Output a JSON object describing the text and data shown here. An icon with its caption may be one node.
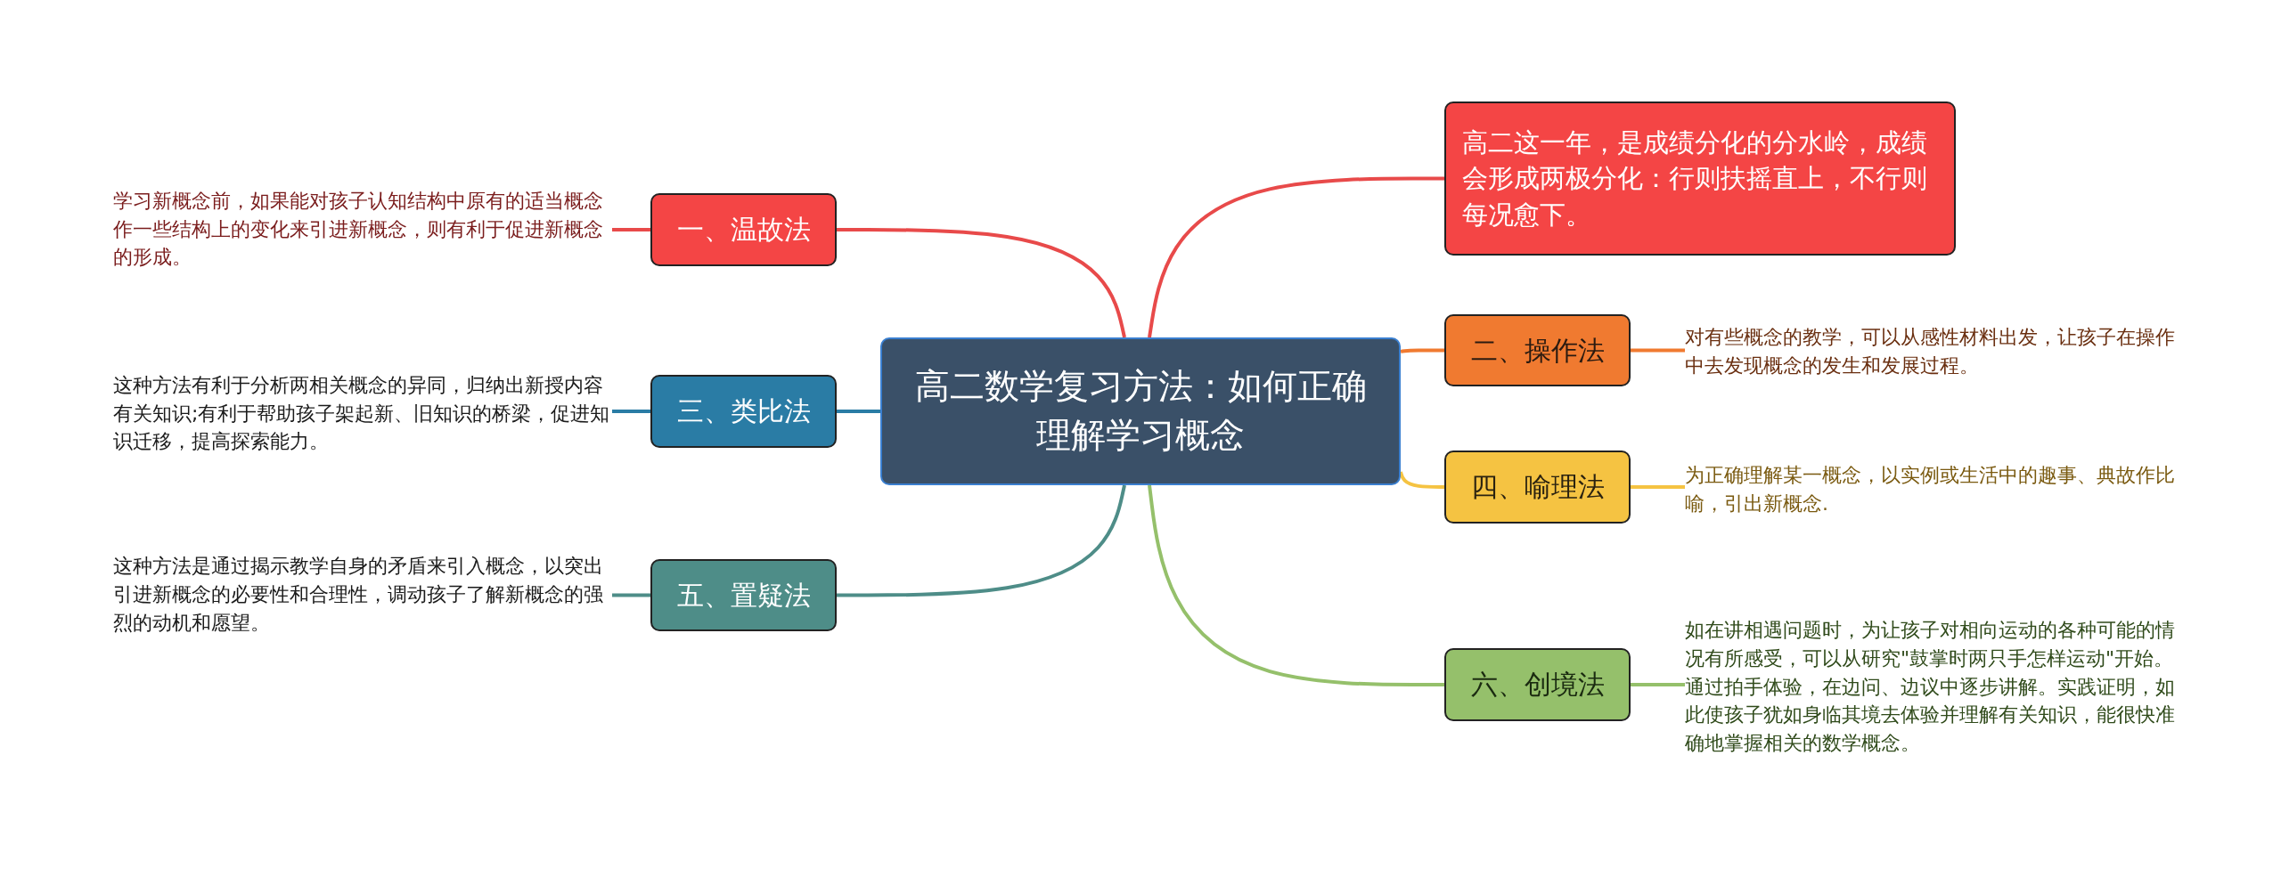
{
  "diagram": {
    "nodes": [
      {
        "text": [
          "高二数学复习方法：如何正确理解学习概念"
        ]
      },
      {
        "text": [
          "高二这一年，是成绩分化的分水岭，成绩会形成两极分化：行则扶摇直上，不行则每况愈下。"
        ]
      },
      {
        "text": [
          "一、温故法"
        ]
      },
      {
        "text": [
          "学习新概念前，如果能对孩子认知结构中原有的适当概念作一些结构上的变化来引进新概念，则有利于促进新概念的形成。"
        ]
      },
      {
        "text": [
          "二、操作法"
        ]
      },
      {
        "text": [
          "对有些概念的教学，可以从感性材料出发，让孩子在操作中去发现概念的发生和发展过程。"
        ]
      },
      {
        "text": [
          "三、类比法"
        ]
      },
      {
        "text": [
          "这种方法有利于分析两相关概念的异同，归纳出新授内容有关知识;有利于帮助孩子架起新、旧知识的桥梁，促进知识迁移，提高探索能力。"
        ]
      },
      {
        "text": [
          "四、喻理法"
        ]
      },
      {
        "text": [
          "为正确理解某一概念，以实例或生活中的趣事、典故作比喻，引出新概念."
        ]
      },
      {
        "text": [
          "五、置疑法"
        ]
      },
      {
        "text": [
          "这种方法是通过揭示教学自身的矛盾来引入概念，以突出引进新概念的必要性和合理性，调动孩子了解新概念的强烈的动机和愿望。"
        ]
      },
      {
        "text": [
          "六、创境法"
        ]
      },
      {
        "text": [
          "如在讲相遇问题时，为让孩子对相向运动的各种可能的情况有所感受，可以从研究\"鼓掌时两只手怎样运动\"开始。通过拍手体验，在边问、边议中逐步讲解。实践证明，如此使孩子犹如身临其境去体验并理解有关知识，能很快准确地掌握相关的数学概念。"
        ]
      }
    ],
    "edges": [
      {
        "from": 0,
        "to": 1,
        "arrow": "none",
        "color": "#e84a4a"
      },
      {
        "from": 0,
        "to": 2,
        "arrow": "none",
        "color": "#e84a4a"
      },
      {
        "from": 2,
        "to": 3,
        "arrow": "none",
        "color": "#e84a4a"
      },
      {
        "from": 0,
        "to": 4,
        "arrow": "none",
        "color": "#f07a30"
      },
      {
        "from": 4,
        "to": 5,
        "arrow": "none",
        "color": "#f07a30"
      },
      {
        "from": 0,
        "to": 6,
        "arrow": "none",
        "color": "#2a7ca5"
      },
      {
        "from": 6,
        "to": 7,
        "arrow": "none",
        "color": "#2a7ca5"
      },
      {
        "from": 0,
        "to": 8,
        "arrow": "none",
        "color": "#f5c342"
      },
      {
        "from": 8,
        "to": 9,
        "arrow": "none",
        "color": "#f5c342"
      },
      {
        "from": 0,
        "to": 10,
        "arrow": "none",
        "color": "#4e8d88"
      },
      {
        "from": 10,
        "to": 11,
        "arrow": "none",
        "color": "#4e8d88"
      },
      {
        "from": 0,
        "to": 12,
        "arrow": "none",
        "color": "#95c06b"
      },
      {
        "from": 12,
        "to": 13,
        "arrow": "none",
        "color": "#95c06b"
      }
    ]
  }
}
